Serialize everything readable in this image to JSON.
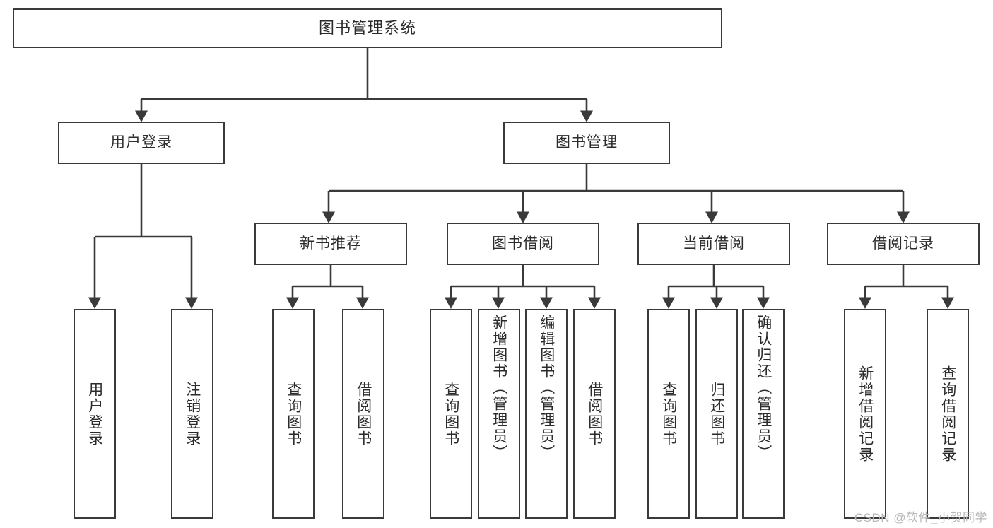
{
  "diagram": {
    "title": "图书管理系统",
    "type": "tree-hierarchy-diagram",
    "root": {
      "id": "root",
      "label": "图书管理系统"
    },
    "level2": [
      {
        "id": "user-login",
        "label": "用户登录"
      },
      {
        "id": "book-management",
        "label": "图书管理"
      }
    ],
    "level3": [
      {
        "id": "new-book-recommend",
        "label": "新书推荐",
        "parent": "book-management"
      },
      {
        "id": "book-borrow",
        "label": "图书借阅",
        "parent": "book-management"
      },
      {
        "id": "current-borrow",
        "label": "当前借阅",
        "parent": "book-management"
      },
      {
        "id": "borrow-record",
        "label": "借阅记录",
        "parent": "book-management"
      }
    ],
    "leaves": {
      "user-login": [
        {
          "id": "leaf-user-login",
          "label": "用户登录"
        },
        {
          "id": "leaf-user-logout",
          "label": "注销登录"
        }
      ],
      "new-book-recommend": [
        {
          "id": "leaf-query-book-1",
          "label": "查询图书"
        },
        {
          "id": "leaf-borrow-book-1",
          "label": "借阅图书"
        }
      ],
      "book-borrow": [
        {
          "id": "leaf-query-book-2",
          "label": "查询图书"
        },
        {
          "id": "leaf-add-book",
          "label": "新增图书（管理员）"
        },
        {
          "id": "leaf-edit-book",
          "label": "编辑图书（管理员）"
        },
        {
          "id": "leaf-borrow-book-2",
          "label": "借阅图书"
        }
      ],
      "current-borrow": [
        {
          "id": "leaf-query-book-3",
          "label": "查询图书"
        },
        {
          "id": "leaf-return-book",
          "label": "归还图书"
        },
        {
          "id": "leaf-confirm-return",
          "label": "确认归还（管理员）"
        }
      ],
      "borrow-record": [
        {
          "id": "leaf-add-record",
          "label": "新增借阅记录"
        },
        {
          "id": "leaf-query-record",
          "label": "查询借阅记录"
        }
      ]
    },
    "watermark": "CSDN @软件_小贺同学",
    "colors": {
      "border": "#3a3a3a",
      "text": "#2b2b2b",
      "background": "#ffffff",
      "edge": "#3a3a3a",
      "watermark": "#b8b8b8"
    }
  }
}
